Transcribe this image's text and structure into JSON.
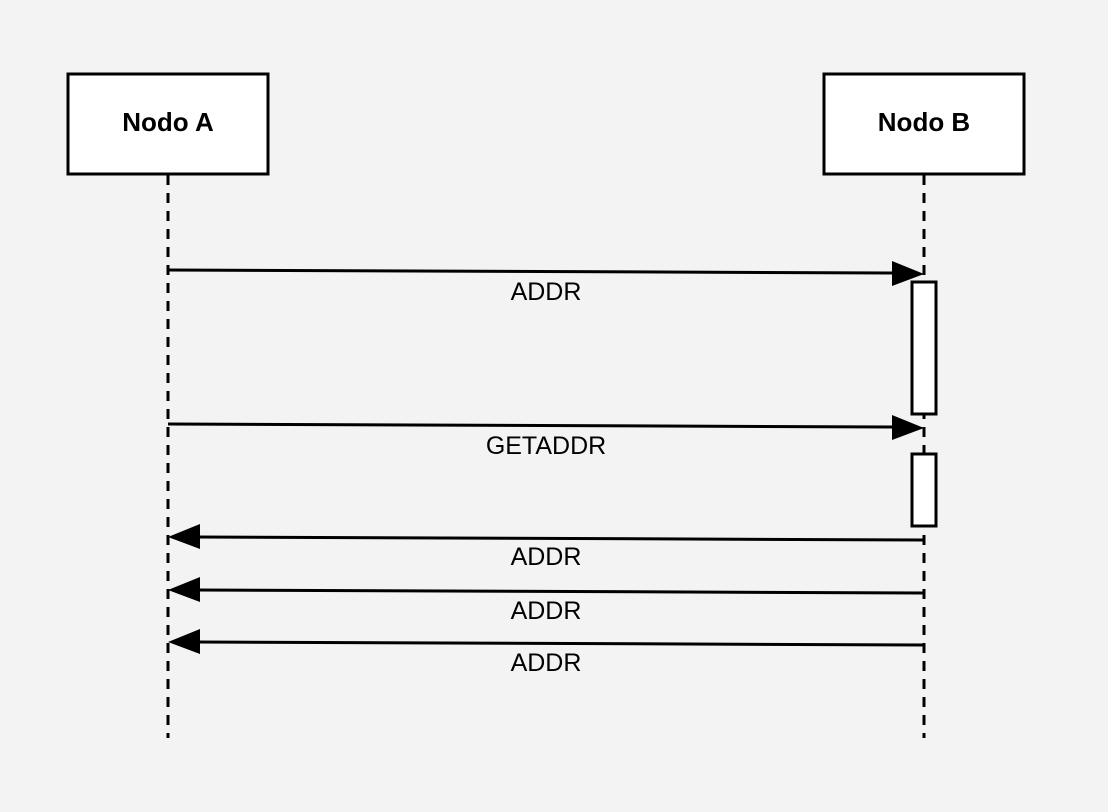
{
  "actors": [
    {
      "id": "a",
      "label": "Nodo A"
    },
    {
      "id": "b",
      "label": "Nodo B"
    }
  ],
  "messages": [
    {
      "from": "a",
      "to": "b",
      "label": "ADDR"
    },
    {
      "from": "a",
      "to": "b",
      "label": "GETADDR"
    },
    {
      "from": "b",
      "to": "a",
      "label": "ADDR"
    },
    {
      "from": "b",
      "to": "a",
      "label": "ADDR"
    },
    {
      "from": "b",
      "to": "a",
      "label": "ADDR"
    }
  ],
  "colors": {
    "background": "#f3f3f3",
    "stroke": "#000000",
    "box_fill": "#ffffff"
  }
}
